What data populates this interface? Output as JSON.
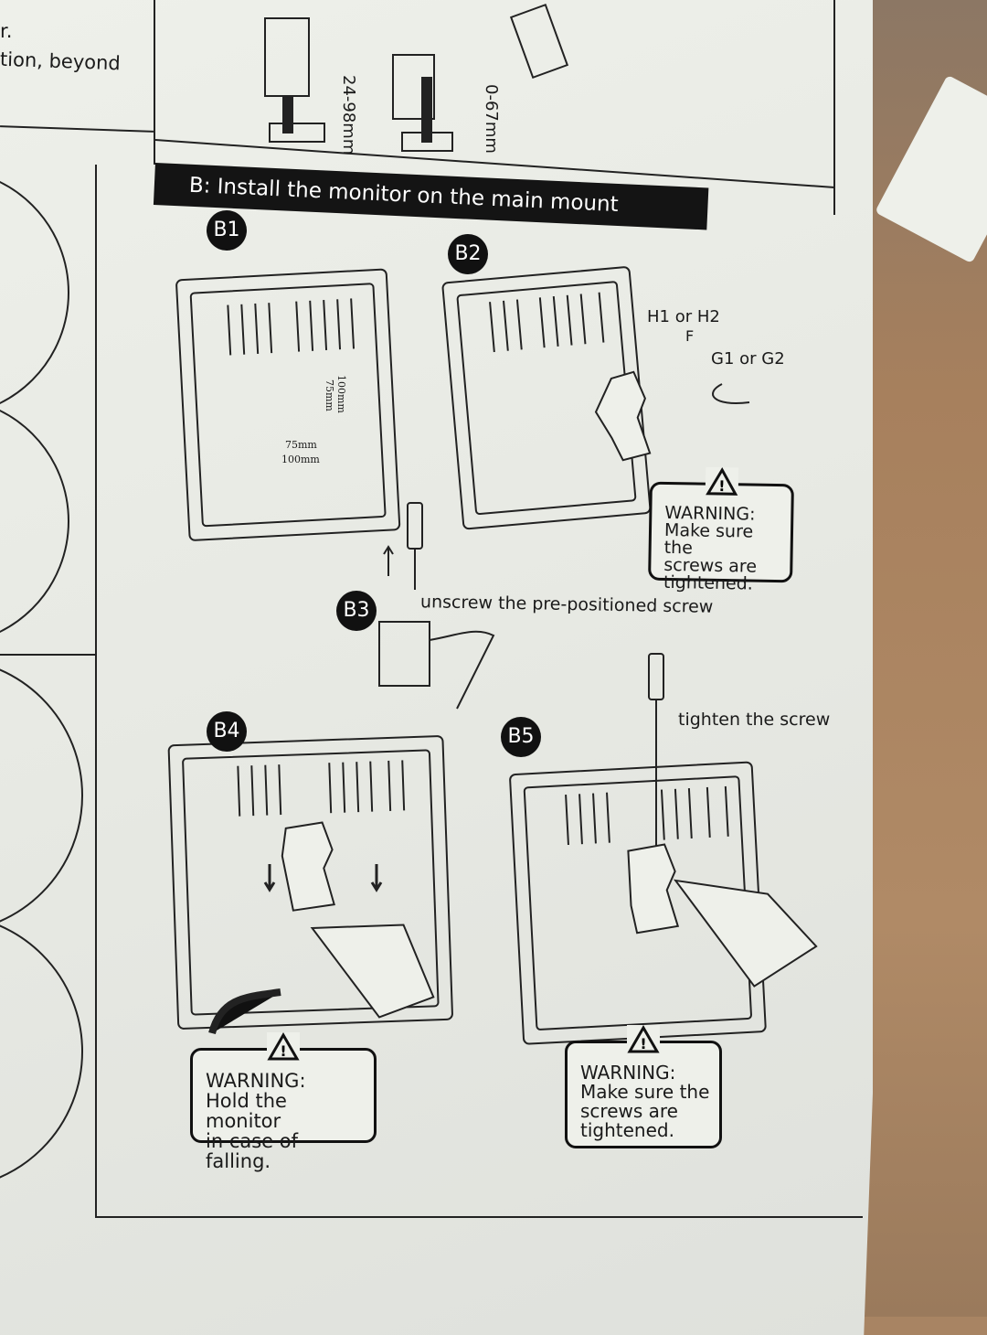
{
  "left_column": {
    "line1": "r.",
    "line2": "tion, beyond"
  },
  "clamp_dimensions": {
    "clamp_a": "24-98mm",
    "clamp_b": "0-67mm"
  },
  "section": {
    "title": "B: Install the monitor on the main mount"
  },
  "steps": {
    "b1": {
      "badge": "B1",
      "vesa_h_small": "75mm",
      "vesa_h_large": "100mm",
      "vesa_v_small": "75mm",
      "vesa_v_large": "100mm"
    },
    "b2": {
      "badge": "B2",
      "part_h": "H1 or H2",
      "part_f": "F",
      "part_g": "G1 or G2",
      "warning": {
        "title": "WARNING:",
        "lines": [
          "Make sure the",
          "screws are",
          "tightened."
        ]
      }
    },
    "b3": {
      "badge": "B3",
      "instruction": "unscrew the pre-positioned screw"
    },
    "b4": {
      "badge": "B4",
      "warning": {
        "title": "WARNING:",
        "lines": [
          "Hold the monitor",
          "in case of falling."
        ]
      }
    },
    "b5": {
      "badge": "B5",
      "instruction": "tighten the screw",
      "warning": {
        "title": "WARNING:",
        "lines": [
          "Make sure the",
          "screws are",
          "tightened."
        ]
      }
    }
  }
}
